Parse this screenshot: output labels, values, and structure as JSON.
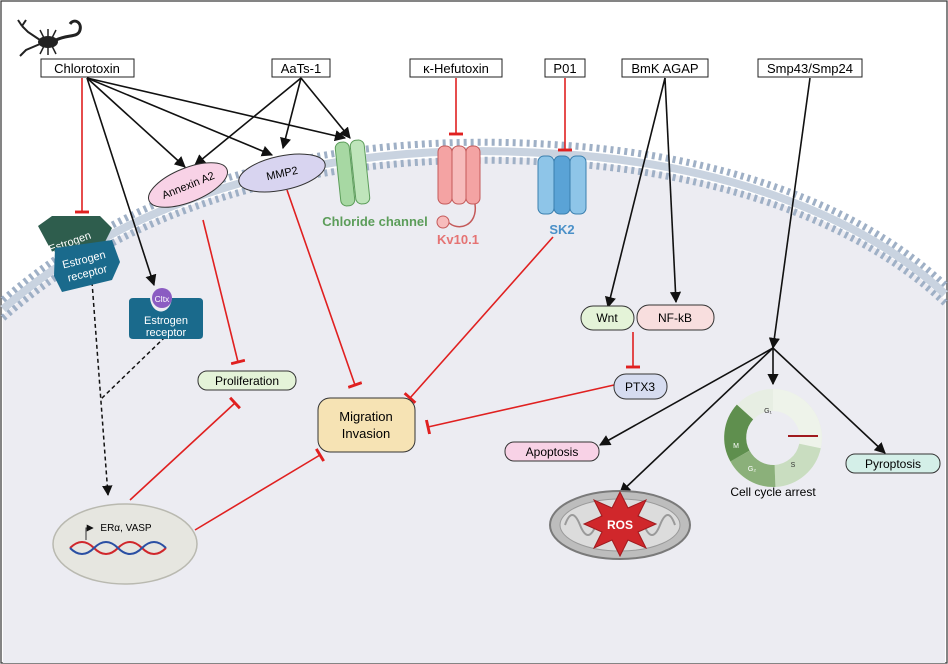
{
  "toxins": {
    "chlorotoxin": "Chlorotoxin",
    "aats1": "AaTs-1",
    "hefutoxin": "κ-Hefutoxin",
    "p01": "P01",
    "bmkagap": "BmK AGAP",
    "smp": "Smp43/Smp24"
  },
  "membrane": {
    "annexin": "Annexin A2",
    "mmp2": "MMP2",
    "chloride": "Chloride channel",
    "kv": "Kv10.1",
    "sk2": "SK2"
  },
  "receptors": {
    "estrogen": "Estrogen",
    "er1_line1": "Estrogen",
    "er1_line2": "receptor",
    "cltx": "Cltx",
    "er2_line1": "Estrogen",
    "er2_line2": "receptor"
  },
  "nodes": {
    "proliferation": "Proliferation",
    "migration_line1": "Migration",
    "migration_line2": "Invasion",
    "wnt": "Wnt",
    "nfkb": "NF-kB",
    "ptx3": "PTX3",
    "apoptosis": "Apoptosis",
    "ros": "ROS",
    "cell_cycle": "Cell cycle arrest",
    "pyroptosis": "Pyroptosis",
    "nucleus_genes": "ERα, VASP"
  },
  "cell_cycle_phases": {
    "g1": "G₁",
    "s": "S",
    "g2": "G₂",
    "m": "M"
  },
  "colors": {
    "inhibit": "#e02020",
    "activate": "#111111",
    "membrane": "#8a9db5",
    "cytoplasm": "#ececf2"
  }
}
